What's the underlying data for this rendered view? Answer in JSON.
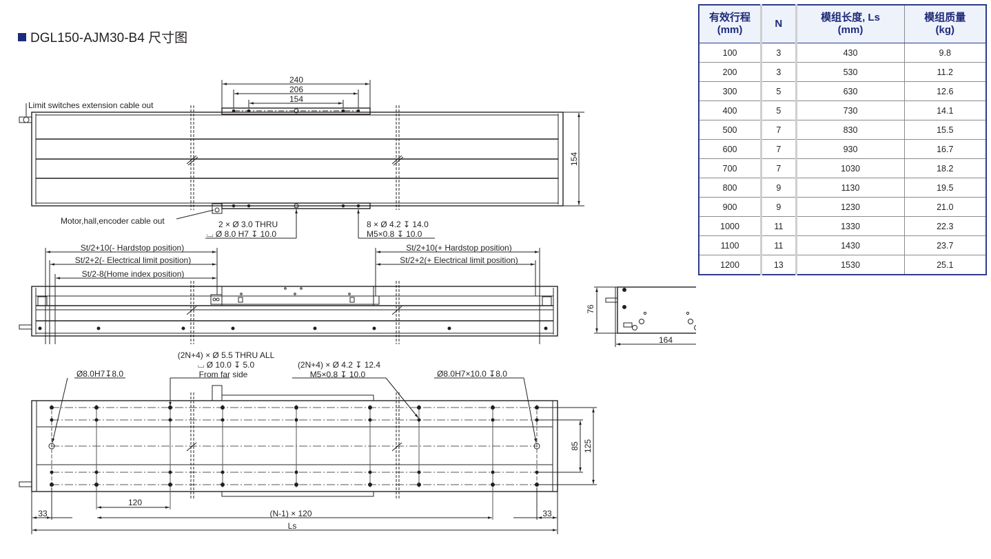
{
  "title": {
    "text": "DGL150-AJM30-B4 尺寸图",
    "marker_color": "#1e2a78"
  },
  "top_view": {
    "label_limit_cable": "Limit switches extension cable out",
    "label_motor_cable": "Motor,hall,encoder cable out",
    "dim_240": "240",
    "dim_206": "206",
    "dim_154_carriage": "154",
    "dim_154_height": "154",
    "note_left_line1": "2 × Ø 3.0 THRU",
    "note_left_line2": "⌴ Ø 8.0 H7 ↧ 10.0",
    "note_right_line1": "8 × Ø 4.2 ↧ 14.0",
    "note_right_line2": "M5×0.8    ↧ 10.0"
  },
  "side_view": {
    "minus_hardstop": "St/2+10(- Hardstop position)",
    "minus_electrical": "St/2+2(- Electrical limit position)",
    "home_index": "St/2-8(Home index position)",
    "plus_hardstop": "St/2+10(+ Hardstop position)",
    "plus_electrical": "St/2+2(+ Electrical limit position)"
  },
  "end_view": {
    "dim_height": "76",
    "dim_width": "164"
  },
  "bottom_view": {
    "note_pin_left": "Ø8.0H7↧8.0",
    "note_thru_line1": "(2N+4) × Ø 5.5 THRU ALL",
    "note_thru_line2": "⌴ Ø 10.0   ↧ 5.0",
    "note_thru_line3": "From far side",
    "note_tap_line1": "(2N+4) × Ø 4.2  ↧ 12.4",
    "note_tap_line2": "M5×0.8      ↧ 10.0",
    "note_pin_right": "Ø8.0H7×10.0 ↧8.0",
    "dim_85": "85",
    "dim_125": "125",
    "dim_120": "120",
    "dim_left_33": "33",
    "dim_pitch": "(N-1) × 120",
    "dim_right_33": "33",
    "dim_ls": "Ls"
  },
  "spec_table": {
    "headers": [
      {
        "line1": "有效行程",
        "line2": "(mm)"
      },
      {
        "line1": "N",
        "line2": ""
      },
      {
        "line1": "模组长度, Ls",
        "line2": "(mm)"
      },
      {
        "line1": "模组质量",
        "line2": "(kg)"
      }
    ],
    "rows": [
      [
        "100",
        "3",
        "430",
        "9.8"
      ],
      [
        "200",
        "3",
        "530",
        "11.2"
      ],
      [
        "300",
        "5",
        "630",
        "12.6"
      ],
      [
        "400",
        "5",
        "730",
        "14.1"
      ],
      [
        "500",
        "7",
        "830",
        "15.5"
      ],
      [
        "600",
        "7",
        "930",
        "16.7"
      ],
      [
        "700",
        "7",
        "1030",
        "18.2"
      ],
      [
        "800",
        "9",
        "1130",
        "19.5"
      ],
      [
        "900",
        "9",
        "1230",
        "21.0"
      ],
      [
        "1000",
        "11",
        "1330",
        "22.3"
      ],
      [
        "1100",
        "11",
        "1430",
        "23.7"
      ],
      [
        "1200",
        "13",
        "1530",
        "25.1"
      ]
    ],
    "header_bg": "#eef2fb",
    "border_color": "#2b3a8c"
  }
}
